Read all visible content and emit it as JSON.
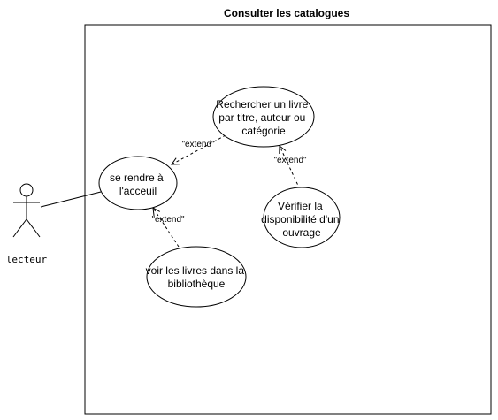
{
  "system": {
    "title": "Consulter les catalogues"
  },
  "actor": {
    "label": "lecteur"
  },
  "use_cases": {
    "se_rendre": {
      "lines": [
        "se rendre à",
        "l'acceuil"
      ]
    },
    "rechercher": {
      "lines": [
        "Rechercher un livre",
        "par titre, auteur ou",
        "catégorie"
      ]
    },
    "verifier": {
      "lines": [
        "Vérifier la",
        "disponibilité d'un",
        "ouvrage"
      ]
    },
    "voir_livres": {
      "lines": [
        "voir les livres dans la",
        "bibliothèque"
      ]
    }
  },
  "relations": {
    "extend_rechercher": "\"extend\"",
    "extend_verifier": "\"extend\"",
    "extend_voir": "\"extend\""
  },
  "colors": {
    "stroke": "#000000",
    "background": "#ffffff"
  }
}
